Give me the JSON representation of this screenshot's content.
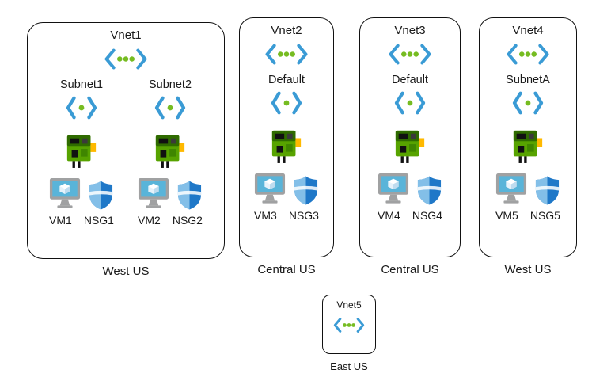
{
  "diagram": {
    "vnets": [
      {
        "name": "Vnet1",
        "region": "West US",
        "subnets": [
          {
            "name": "Subnet1",
            "vm": "VM1",
            "nsg": "NSG1"
          },
          {
            "name": "Subnet2",
            "vm": "VM2",
            "nsg": "NSG2"
          }
        ]
      },
      {
        "name": "Vnet2",
        "region": "Central US",
        "subnets": [
          {
            "name": "Default",
            "vm": "VM3",
            "nsg": "NSG3"
          }
        ]
      },
      {
        "name": "Vnet3",
        "region": "Central US",
        "subnets": [
          {
            "name": "Default",
            "vm": "VM4",
            "nsg": "NSG4"
          }
        ]
      },
      {
        "name": "Vnet4",
        "region": "West US",
        "subnets": [
          {
            "name": "SubnetA",
            "vm": "VM5",
            "nsg": "NSG5"
          }
        ]
      },
      {
        "name": "Vnet5",
        "region": "East US",
        "subnets": []
      }
    ],
    "icon_names": [
      "vnet-icon",
      "subnet-icon",
      "nic-icon",
      "vm-icon",
      "nsg-icon"
    ],
    "colors": {
      "chevron_blue": "#3A9BD5",
      "dot_green": "#76BC21",
      "nic_green": "#57A300",
      "nic_dark_green": "#2F6B00",
      "nic_yellow": "#FFB900",
      "vm_gray": "#A0A1A2",
      "vm_screen_blue": "#59B4D9",
      "nsg_blue": "#1F78C8",
      "nsg_light_blue": "#83BFE8",
      "box_border": "#111111"
    }
  }
}
